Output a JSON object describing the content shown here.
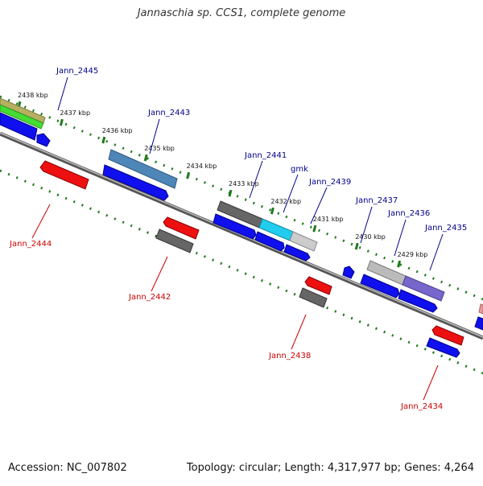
{
  "title": "Jannaschia sp. CCS1, complete genome",
  "accession_label": "Accession: NC_007802",
  "topology_label": "Topology: circular; Length: 4,317,977 bp; Genes: 4,264",
  "colors": {
    "backbone": "#777777",
    "ticks": "#1f7a1f",
    "gene_top_label": "#00008b",
    "gene_bottom_label": "#cc0000",
    "blue": "#1010ee",
    "red": "#ee1010",
    "gray": "#666666"
  },
  "ticks": [
    {
      "label": "2438 kbp",
      "pos": 2438
    },
    {
      "label": "2437 kbp",
      "pos": 2437
    },
    {
      "label": "2436 kbp",
      "pos": 2436
    },
    {
      "label": "2435 kbp",
      "pos": 2435
    },
    {
      "label": "2434 kbp",
      "pos": 2434
    },
    {
      "label": "2433 kbp",
      "pos": 2433
    },
    {
      "label": "2432 kbp",
      "pos": 2432
    },
    {
      "label": "2431 kbp",
      "pos": 2431
    },
    {
      "label": "2430 kbp",
      "pos": 2430
    },
    {
      "label": "2429 kbp",
      "pos": 2429
    }
  ],
  "gene_labels_top": [
    "Jann_2445",
    "Jann_2443",
    "Jann_2441",
    "gmk",
    "Jann_2439",
    "Jann_2437",
    "Jann_2436",
    "Jann_2435"
  ],
  "gene_labels_bottom": [
    "Jann_2444",
    "Jann_2442",
    "Jann_2438",
    "Jann_2434"
  ]
}
